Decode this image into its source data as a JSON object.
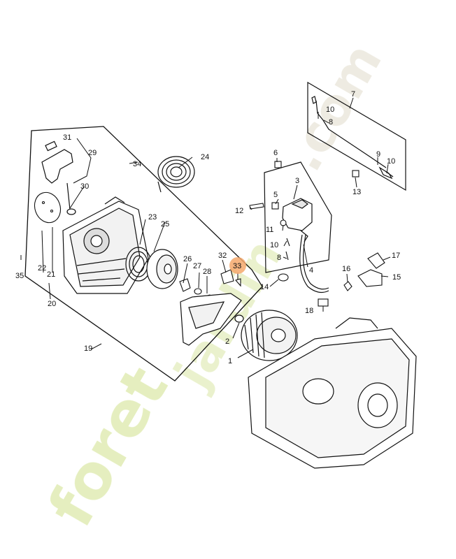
{
  "diagram": {
    "highlight_color": "#f5a86b",
    "watermark_color": "#e8f0c0",
    "labels": {
      "p1": "1",
      "p2": "2",
      "p3": "3",
      "p4": "4",
      "p5": "5",
      "p6": "6",
      "p7": "7",
      "p8a": "8",
      "p8b": "8",
      "p9": "9",
      "p10a": "10",
      "p10b": "10",
      "p10c": "10",
      "p11": "11",
      "p12": "12",
      "p13": "13",
      "p14": "14",
      "p15": "15",
      "p16": "16",
      "p17": "17",
      "p18": "18",
      "p19": "19",
      "p20": "20",
      "p21": "21",
      "p22": "22",
      "p23": "23",
      "p24": "24",
      "p25": "25",
      "p26": "26",
      "p27": "27",
      "p28": "28",
      "p29": "29",
      "p30": "30",
      "p31": "31",
      "p32": "32",
      "p33": "33",
      "p34": "34",
      "p35": "35"
    },
    "watermark": {
      "part1": "foret",
      "part2": "jardin",
      "part3": ".com"
    }
  }
}
